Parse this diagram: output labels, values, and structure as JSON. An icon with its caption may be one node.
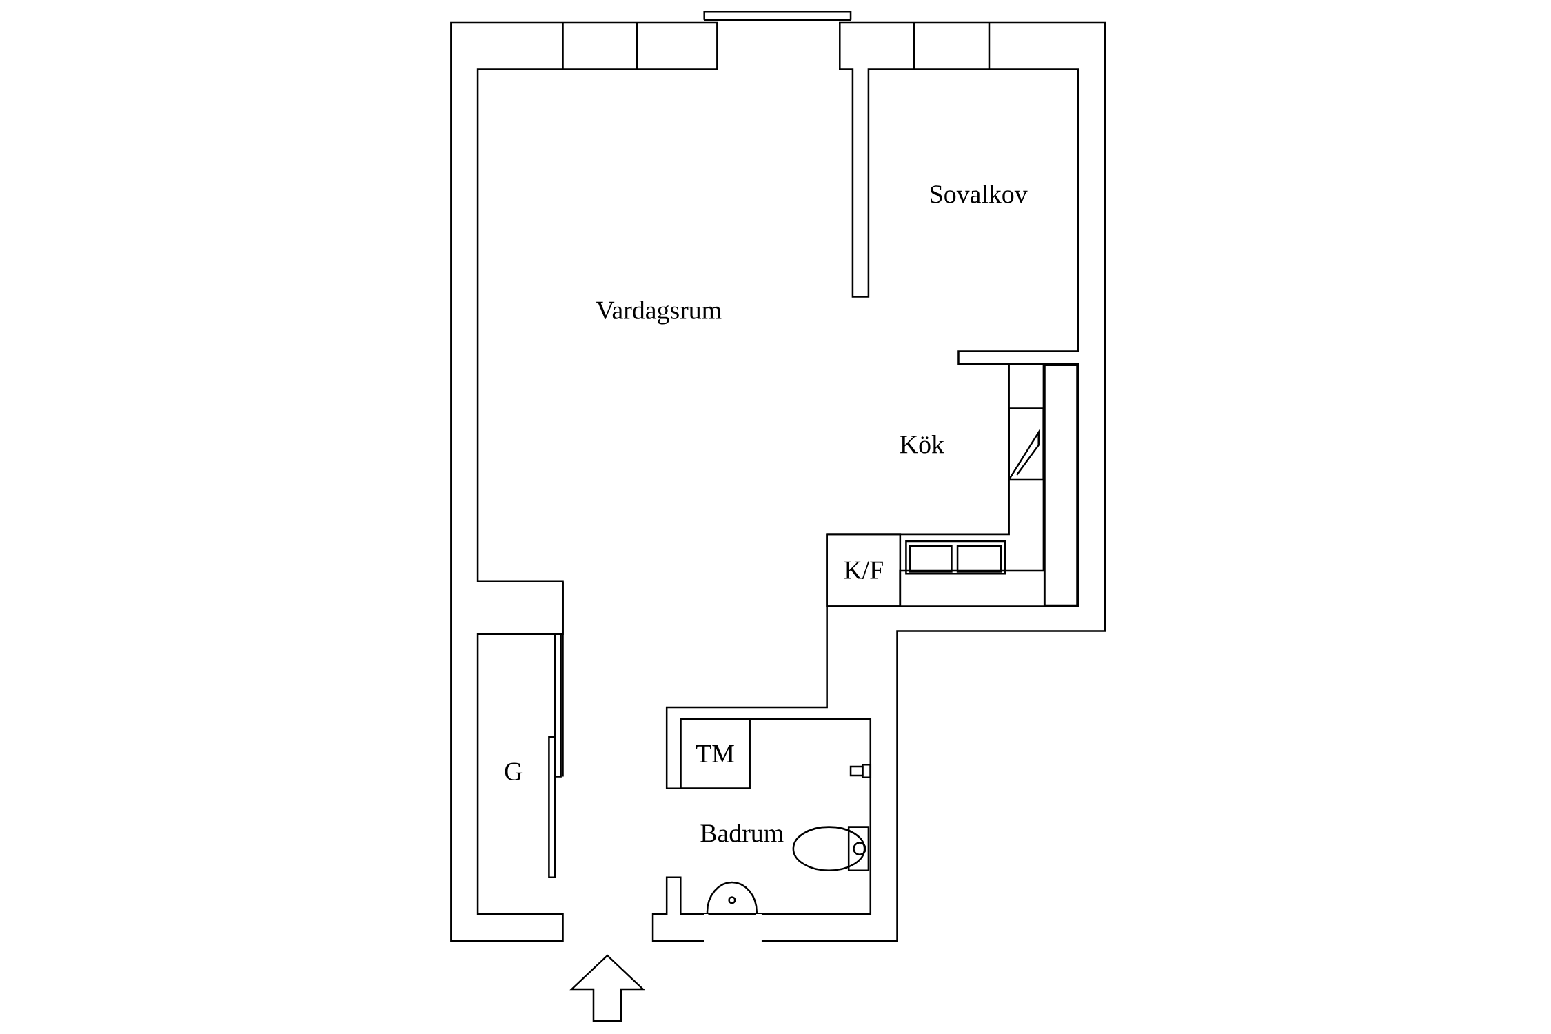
{
  "diagram": {
    "nodes": [
      {
        "text": [
          "K/F"
        ]
      },
      {
        "text": [
          "TM"
        ]
      }
    ],
    "labels": [
      "Sovalkov",
      "Vardagsrum",
      "Kök",
      "G",
      "Badrum"
    ]
  }
}
